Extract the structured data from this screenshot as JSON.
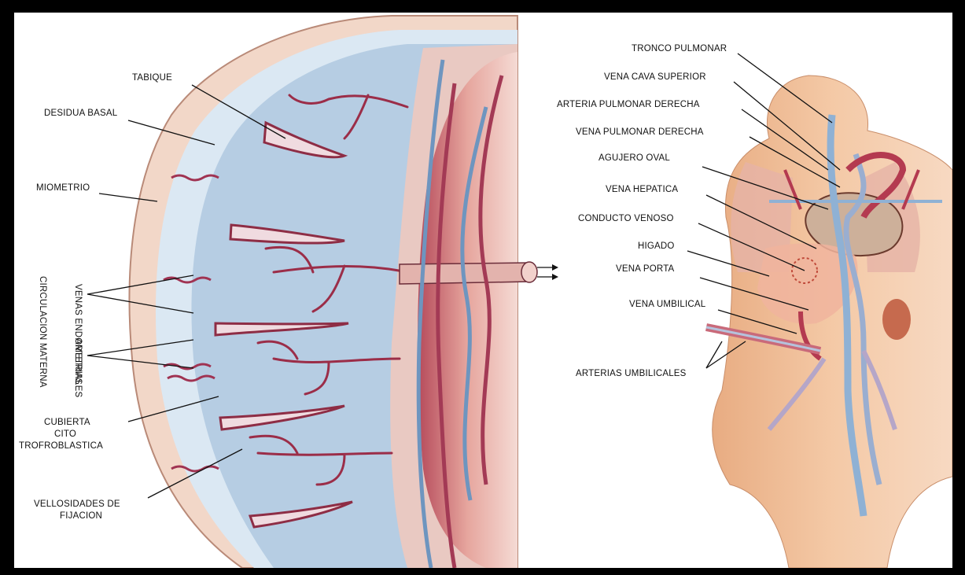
{
  "figure": {
    "left_panel": {
      "labels": {
        "tabique": "TABIQUE",
        "desidua_basal": "DESIDUA BASAL",
        "miometrio": "MIOMETRIO",
        "venas_endometriales": "VENAS ENDOMETRIALES",
        "arterias_endometriales": "ARTERIAS",
        "circulacion_materna": "CIRCULACION MATERNA",
        "cubierta_line1": "CUBIERTA",
        "cubierta_line2": "CITO",
        "cubierta_line3": "TROFROBLASTICA",
        "vellosidades_line1": "VELLOSIDADES DE",
        "vellosidades_line2": "FIJACION"
      }
    },
    "right_panel": {
      "labels": {
        "tronco_pulmonar": "TRONCO PULMONAR",
        "vena_cava_superior": "VENA CAVA SUPERIOR",
        "arteria_pulmonar_derecha": "ARTERIA PULMONAR DERECHA",
        "vena_pulmonar_derecha": "VENA PULMONAR DERECHA",
        "agujero_oval": "AGUJERO OVAL",
        "vena_hepatica": "VENA HEPATICA",
        "conducto_venoso": "CONDUCTO VENOSO",
        "higado": "HIGADO",
        "vena_porta": "VENA PORTA",
        "vena_umbilical": "VENA UMBILICAL",
        "arterias_umbilicales": "ARTERIAS UMBILICALES"
      }
    },
    "colors": {
      "background": "#ffffff",
      "frame": "#000000",
      "vein_blue": "#7fa6c9",
      "artery_red": "#a33a55",
      "tissue_pink": "#e6a9a0",
      "skin": "#f1c4a0",
      "maternal_blood": "#b6cde3"
    }
  }
}
